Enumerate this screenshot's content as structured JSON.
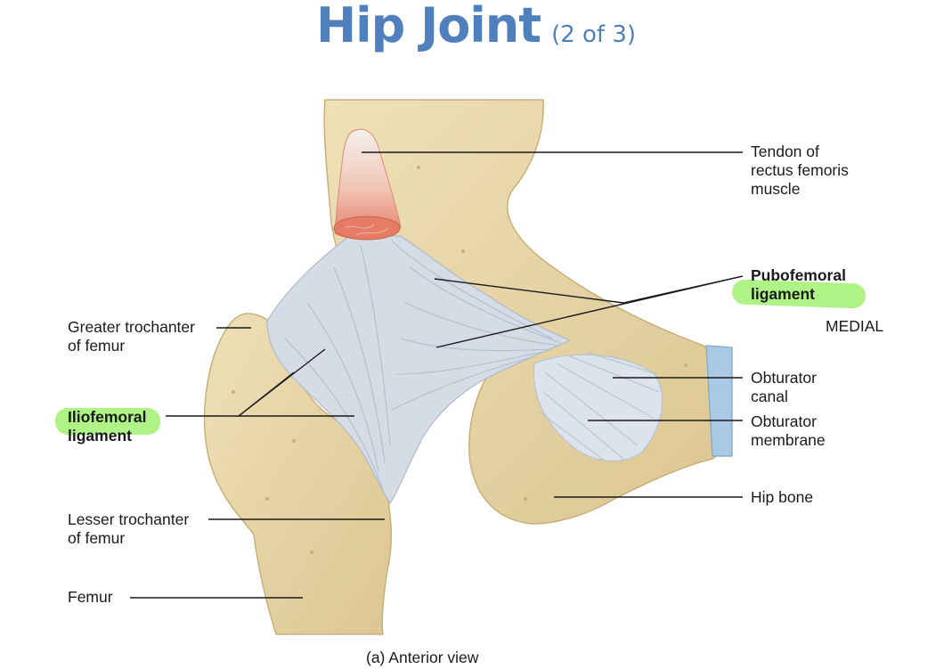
{
  "title": {
    "main": "Hip Joint",
    "sub": "(2 of 3)"
  },
  "labels": {
    "tendon": [
      "Tendon of",
      "rectus femoris",
      "muscle"
    ],
    "pubofemoral": [
      "Pubofemoral",
      "ligament"
    ],
    "medial": "MEDIAL",
    "greater_trochanter": [
      "Greater trochanter",
      "of femur"
    ],
    "iliofemoral": [
      "Iliofemoral",
      "ligament"
    ],
    "obturator_canal": [
      "Obturator",
      "canal"
    ],
    "obturator_membrane": [
      "Obturator",
      "membrane"
    ],
    "hip_bone": "Hip bone",
    "lesser_trochanter": [
      "Lesser trochanter",
      "of femur"
    ],
    "femur": "Femur",
    "caption": "(a) Anterior view"
  },
  "colors": {
    "title": "#4f80bd",
    "bone": "#e8d6a8",
    "ligament": "#d4dbe6",
    "tendon": "#e98470",
    "cartilage": "#a9c9e4",
    "highlight": "#a6f27a"
  }
}
